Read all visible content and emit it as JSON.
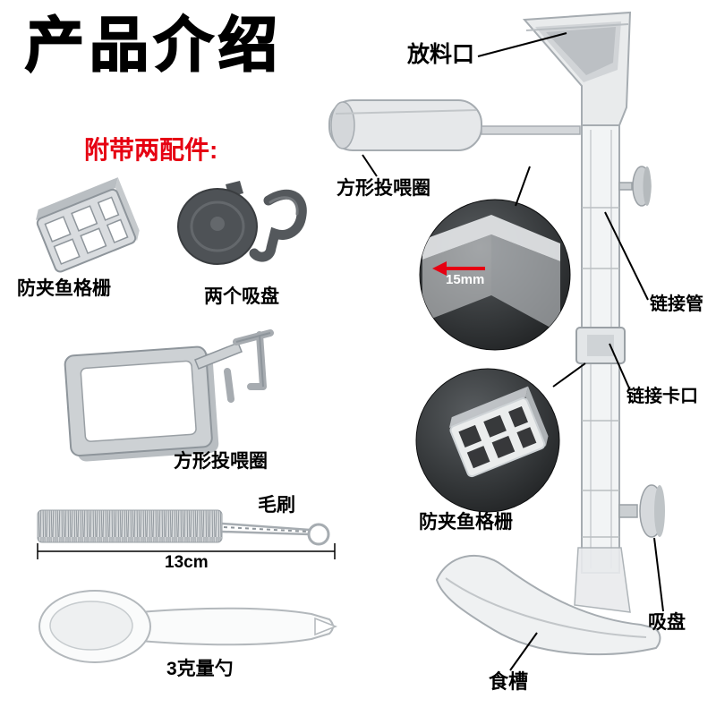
{
  "page": {
    "title": "产品介绍",
    "accessories_note": "附带两配件:"
  },
  "colors": {
    "accent_red": "#e60012",
    "ink": "#000000",
    "part_gray": "#d9dcdf",
    "inset_background": "#2b2d2f"
  },
  "parts_left": {
    "grille_label": "防夹鱼格栅",
    "suction_cups_label": "两个吸盘",
    "feeding_ring_label": "方形投喂圈",
    "brush_label": "毛刷",
    "brush_length": "13cm",
    "spoon_label": "3克量勺"
  },
  "diagram": {
    "feed_port_label": "放料口",
    "feeding_ring_top_label": "方形投喂圈",
    "inset_measurement": "15mm",
    "link_tube_label": "链接管",
    "link_clip_label": "链接卡口",
    "grille_inset_label": "防夹鱼格栅",
    "suction_cup_label": "吸盘",
    "trough_label": "食槽"
  }
}
